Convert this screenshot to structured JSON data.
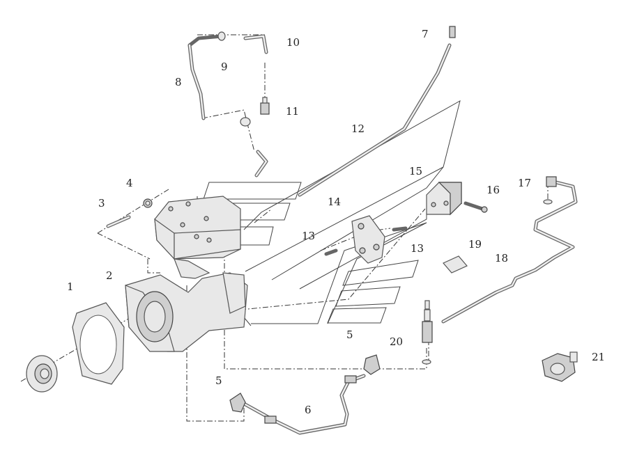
{
  "labels": {
    "l1": "1",
    "l2": "2",
    "l3": "3",
    "l4": "4",
    "l5a": "5",
    "l5b": "5",
    "l6": "6",
    "l7": "7",
    "l8": "8",
    "l9": "9",
    "l10": "10",
    "l11": "11",
    "l12": "12",
    "l13a": "13",
    "l13b": "13",
    "l14": "14",
    "l15": "15",
    "l16": "16",
    "l17": "17",
    "l18": "18",
    "l19": "19",
    "l20": "20",
    "l21": "21"
  },
  "colors": {
    "line": "#444444",
    "part_fill": "#e8e8e8",
    "background": "#ffffff"
  }
}
